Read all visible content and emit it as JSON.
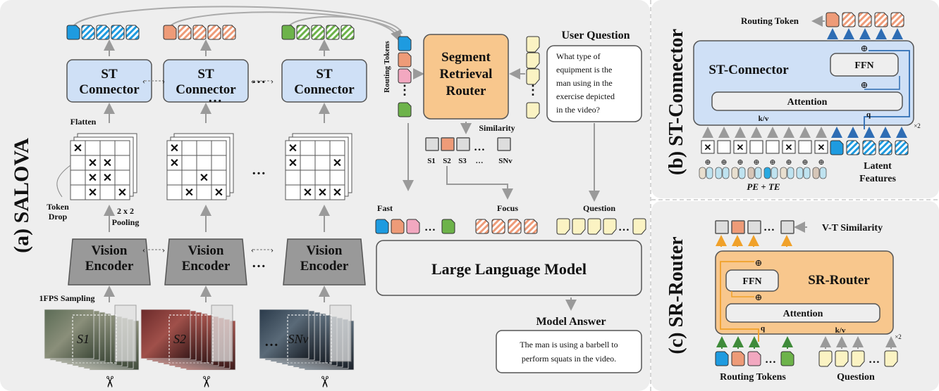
{
  "panels": {
    "a": {
      "title": "(a) SALOVA",
      "st_connector_label": "ST\nConnector",
      "vision_encoder_label": "Vision\nEncoder",
      "flatten": "Flatten",
      "token_drop": "Token\nDrop",
      "pooling": "2 x 2\nPooling",
      "sampling": "1FPS Sampling",
      "ellipsis": "…",
      "routing_tokens": "Routing Tokens",
      "router_label": "Segment\nRetrieval\nRouter",
      "similarity": "Similarity",
      "user_question_title": "User Question",
      "user_question_text": "What type of\nequipment is the\nman using in the\nexercise depicted\nin the video?",
      "fast": "Fast",
      "focus": "Focus",
      "question": "Question",
      "llm": "Large Language Model",
      "model_answer_title": "Model Answer",
      "model_answer_text": "The man is using a barbell to\nperform squats in the video.",
      "sim_labels": [
        "S1",
        "S2",
        "S3",
        "…",
        "SNv"
      ],
      "segment_labels": [
        "S1",
        "S2",
        "SNv"
      ]
    },
    "b": {
      "title": "(b) ST-Connector",
      "routing_token": "Routing Token",
      "box_label": "ST-Connector",
      "ffn": "FFN",
      "attention": "Attention",
      "kv": "k/v",
      "q": "q",
      "times2": "×2",
      "latent_features": "Latent\nFeatures",
      "pe_te": "PE + TE"
    },
    "c": {
      "title": "(c) SR-Router",
      "vt_similarity": "V-T Similarity",
      "box_label": "SR-Router",
      "ffn": "FFN",
      "attention": "Attention",
      "q": "q",
      "kv": "k/v",
      "times2": "×2",
      "routing_tokens": "Routing Tokens",
      "question": "Question"
    }
  },
  "colors": {
    "blue_token": "#1E9BE0",
    "orange_token": "#EE9B78",
    "pink_token": "#F2A8C0",
    "green_token": "#6DB34A",
    "yellow_token": "#FBF3C3",
    "st_box": "#CFE0F6",
    "router_box": "#F8C78D",
    "red_x": "#D62027",
    "blue_arrow": "#2E6DB4",
    "orange_arrow": "#F0A12A",
    "green_arrow": "#3F8B3A"
  }
}
